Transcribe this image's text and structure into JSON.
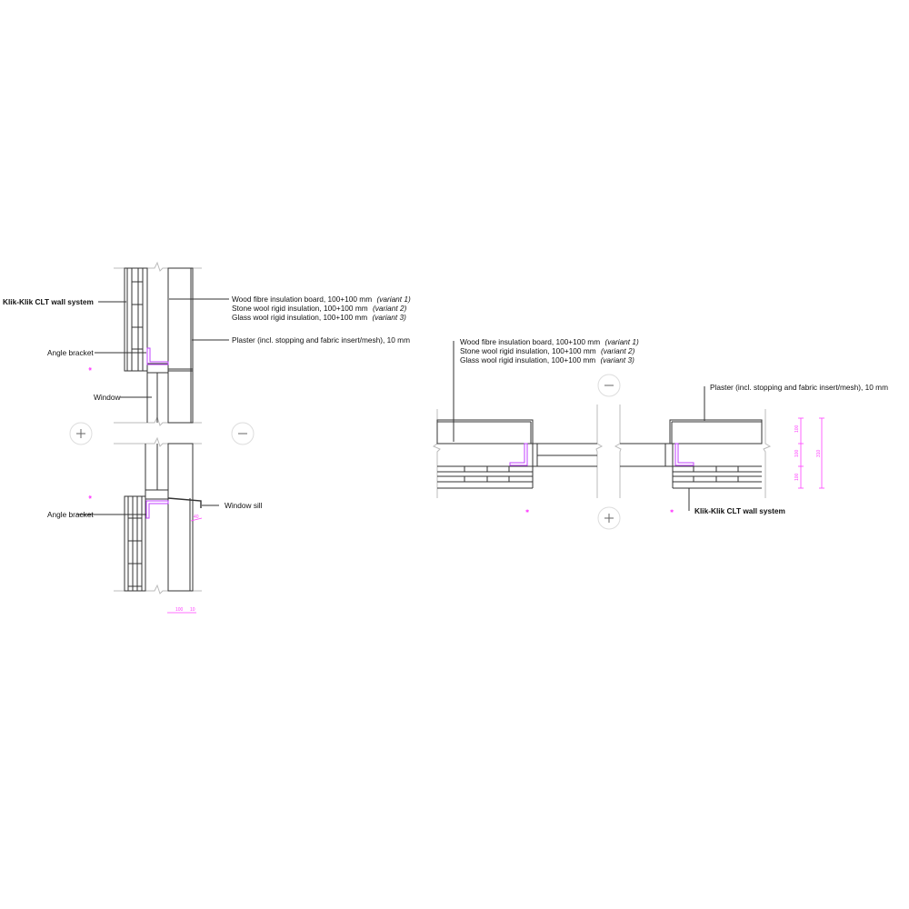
{
  "vertical_section": {
    "labels": {
      "clt_wall": "Klik-Klik CLT wall system",
      "insulation_1": "Wood fibre insulation board, 100+100 mm",
      "insulation_1_variant": "(variant 1)",
      "insulation_2": "Stone wool rigid insulation, 100+100 mm",
      "insulation_2_variant": "(variant 2)",
      "insulation_3": "Glass wool rigid insulation, 100+100 mm",
      "insulation_3_variant": "(variant 3)",
      "plaster": "Plaster (incl. stopping and fabric insert/mesh), 10 mm",
      "angle_bracket_top": "Angle bracket",
      "window": "Window",
      "angle_bracket_bottom": "Angle bracket",
      "window_sill": "Window sill"
    },
    "dimensions": {
      "sill_offset": "40",
      "bottom_width": "100",
      "bottom_plaster": "10"
    },
    "side_symbols": {
      "exterior": "+",
      "interior": "−"
    }
  },
  "horizontal_section": {
    "labels": {
      "insulation_1": "Wood fibre insulation board, 100+100 mm",
      "insulation_1_variant": "(variant 1)",
      "insulation_2": "Stone wool rigid insulation, 100+100 mm",
      "insulation_2_variant": "(variant 2)",
      "insulation_3": "Glass wool rigid insulation, 100+100 mm",
      "insulation_3_variant": "(variant 3)",
      "plaster": "Plaster (incl. stopping and fabric insert/mesh), 10 mm",
      "clt_wall": "Klik-Klik CLT wall system"
    },
    "dimensions": {
      "d1": "100",
      "d2": "100",
      "d3": "100",
      "total": "310"
    },
    "side_symbols": {
      "exterior": "+",
      "interior": "−"
    }
  },
  "colors": {
    "line": "#333333",
    "bracket": "#c040ff",
    "dimension": "#ff40ff"
  }
}
